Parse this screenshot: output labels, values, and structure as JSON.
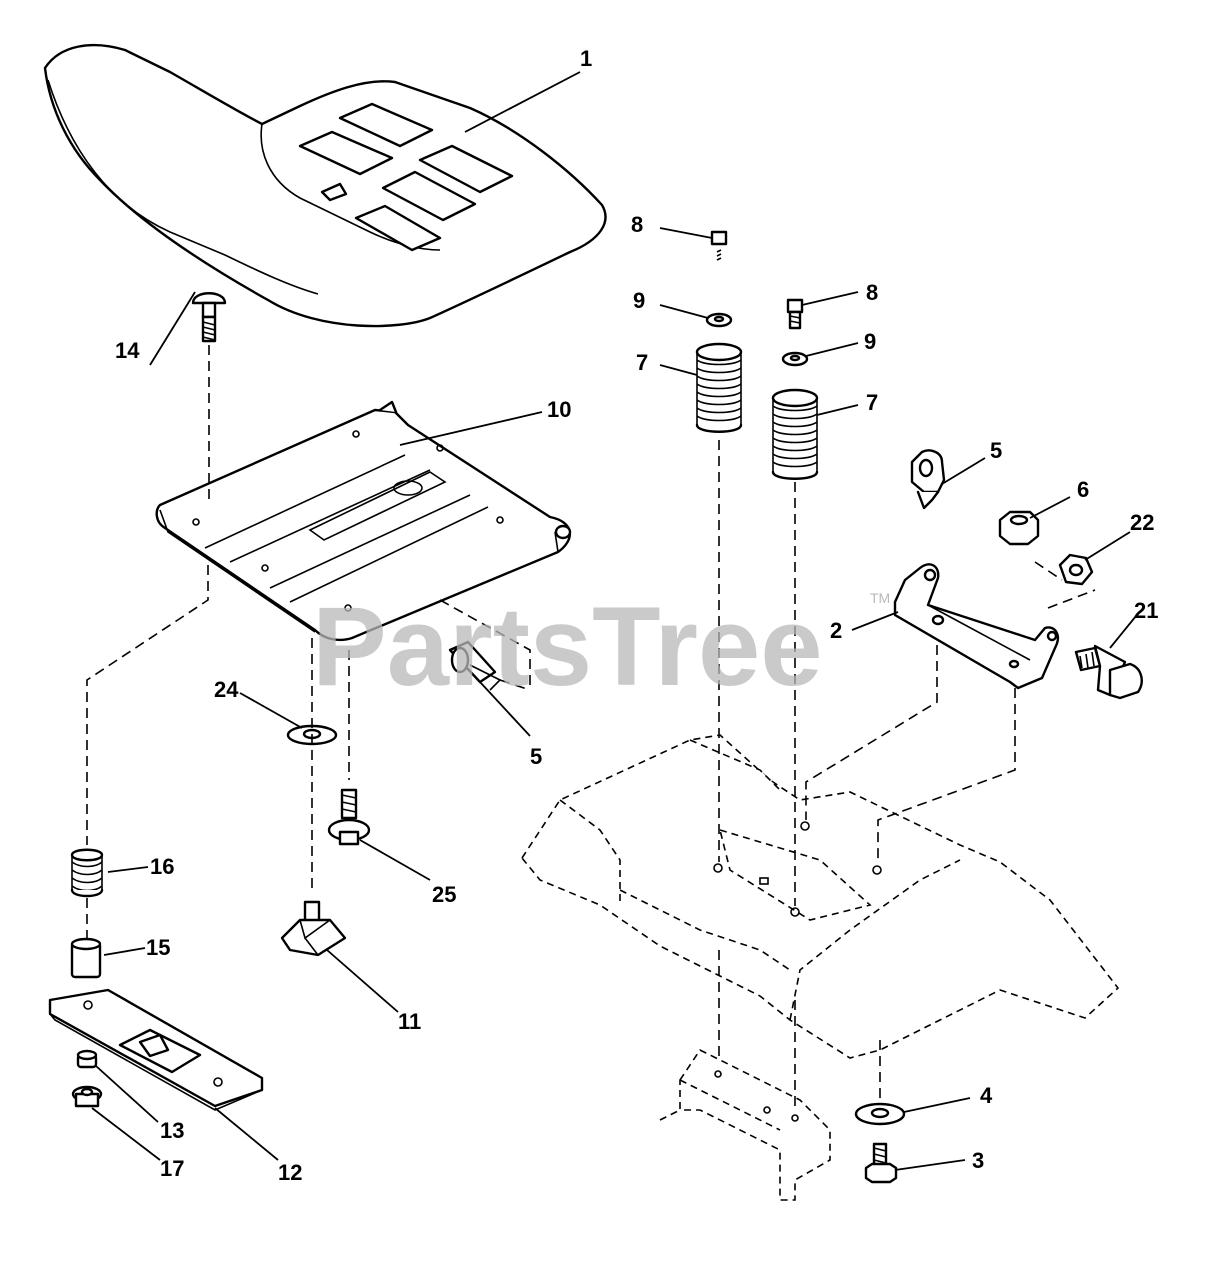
{
  "watermark": {
    "text": "PartsTree",
    "trademark": "TM"
  },
  "callouts": [
    {
      "id": "callout-1",
      "label": "1"
    },
    {
      "id": "callout-2",
      "label": "2"
    },
    {
      "id": "callout-3",
      "label": "3"
    },
    {
      "id": "callout-4",
      "label": "4"
    },
    {
      "id": "callout-5a",
      "label": "5"
    },
    {
      "id": "callout-5b",
      "label": "5"
    },
    {
      "id": "callout-6",
      "label": "6"
    },
    {
      "id": "callout-7a",
      "label": "7"
    },
    {
      "id": "callout-7b",
      "label": "7"
    },
    {
      "id": "callout-8a",
      "label": "8"
    },
    {
      "id": "callout-8b",
      "label": "8"
    },
    {
      "id": "callout-9a",
      "label": "9"
    },
    {
      "id": "callout-9b",
      "label": "9"
    },
    {
      "id": "callout-10",
      "label": "10"
    },
    {
      "id": "callout-11",
      "label": "11"
    },
    {
      "id": "callout-12",
      "label": "12"
    },
    {
      "id": "callout-13",
      "label": "13"
    },
    {
      "id": "callout-14",
      "label": "14"
    },
    {
      "id": "callout-15",
      "label": "15"
    },
    {
      "id": "callout-16",
      "label": "16"
    },
    {
      "id": "callout-17",
      "label": "17"
    },
    {
      "id": "callout-21",
      "label": "21"
    },
    {
      "id": "callout-22",
      "label": "22"
    },
    {
      "id": "callout-24",
      "label": "24"
    },
    {
      "id": "callout-25",
      "label": "25"
    }
  ]
}
